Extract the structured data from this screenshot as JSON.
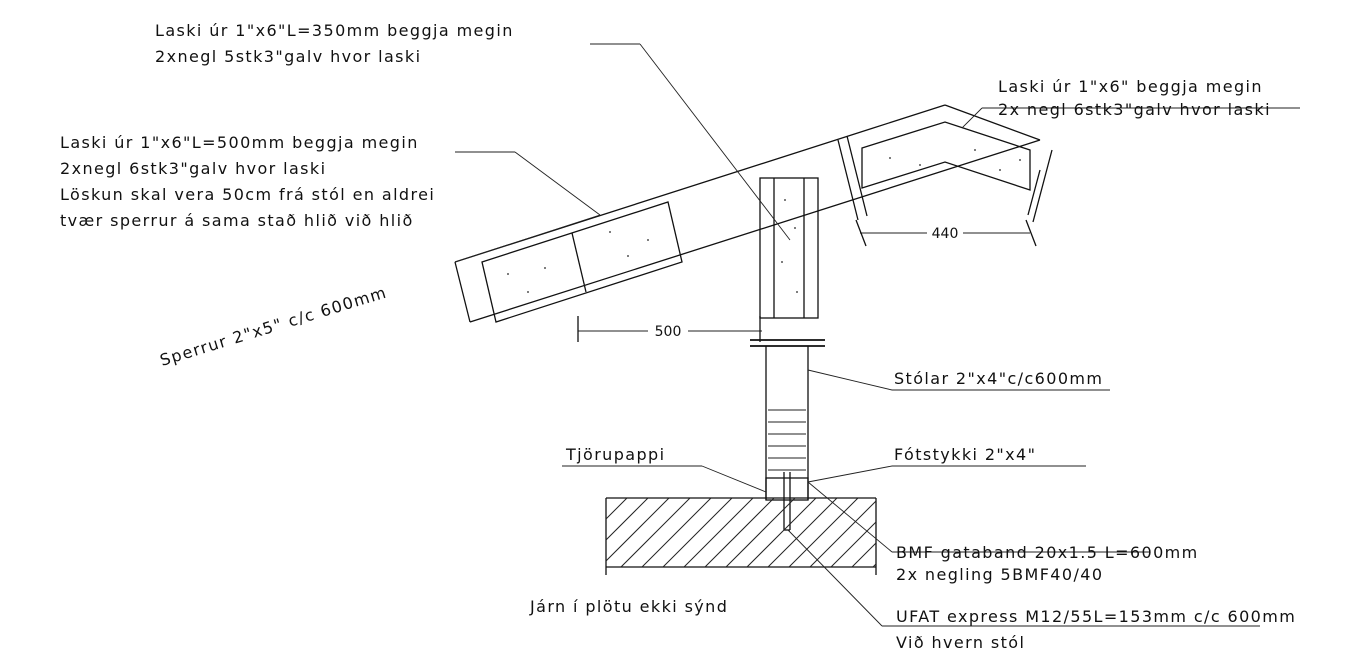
{
  "labels": {
    "lask_350_l1": "Laski úr 1\"x6\"L=350mm beggja megin",
    "lask_350_l2": "2xnegl 5stk3\"galv hvor laski",
    "lask_top_l1": "Laski úr 1\"x6\" beggja megin",
    "lask_top_l2": "2x negl 6stk3\"galv hvor laski",
    "lask_500_l1": "Laski úr 1\"x6\"L=500mm beggja megin",
    "lask_500_l2": "2xnegl 6stk3\"galv hvor laski",
    "loskun_l1": "Löskun skal vera 50cm frá stól en aldrei",
    "loskun_l2": "tvær sperrur á sama stað hlið við hlið",
    "sperrur": "Sperrur 2\"x5\" c/c 600mm",
    "dim_440": "440",
    "dim_500": "500",
    "stolar": "Stólar 2\"x4\"c/c600mm",
    "tjorupappi": "Tjörupappi",
    "fotstykki": "Fótstykki 2\"x4\"",
    "bmf_l1": "BMF gataband 20x1.5 L=600mm",
    "bmf_l2": "2x negling 5BMF40/40",
    "jarn": "Járn í plötu ekki sýnd",
    "ufat_l1": "UFAT express M12/55L=153mm c/c 600mm",
    "ufat_l2": "Við hvern stól"
  }
}
